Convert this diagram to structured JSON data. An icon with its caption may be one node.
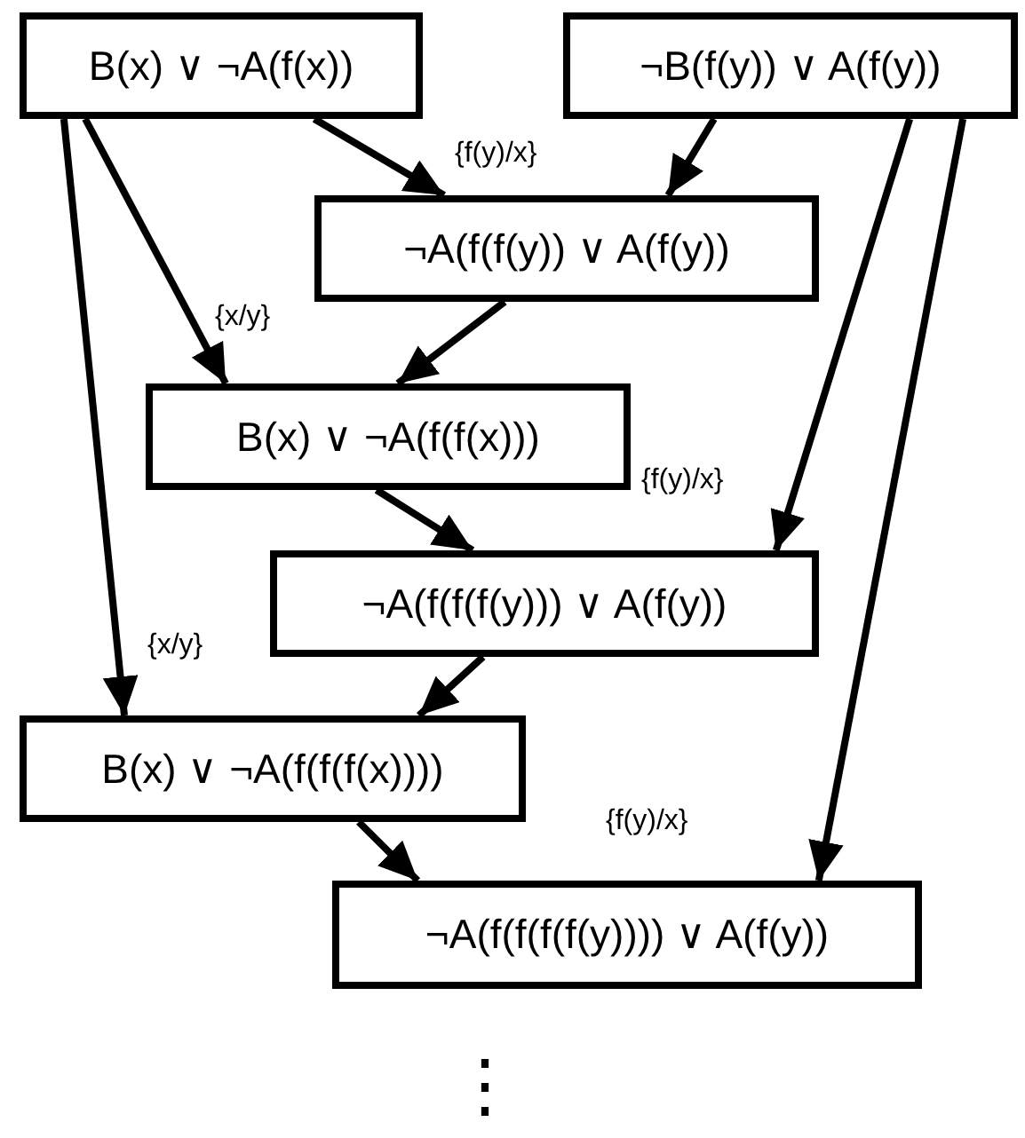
{
  "diagram": {
    "nodes": [
      {
        "text": [
          "B(x) ∨ ¬A(f(x))"
        ]
      },
      {
        "text": [
          "¬B(f(y)) ∨ A(f(y))"
        ]
      },
      {
        "text": [
          "¬A(f(f(y)) ∨ A(f(y))"
        ]
      },
      {
        "text": [
          "B(x) ∨ ¬A(f(f(x)))"
        ]
      },
      {
        "text": [
          "¬A(f(f(f(y))) ∨ A(f(y))"
        ]
      },
      {
        "text": [
          "B(x) ∨ ¬A(f(f(f(x))))"
        ]
      },
      {
        "text": [
          "¬A(f(f(f(f(y)))) ∨ A(f(y))"
        ]
      }
    ],
    "edges": [
      {
        "from": 0,
        "to": 2,
        "arrow": "to",
        "label": "{f(y)/x}"
      },
      {
        "from": 1,
        "to": 2,
        "arrow": "to"
      },
      {
        "from": 0,
        "to": 3,
        "arrow": "to",
        "label": "{x/y}"
      },
      {
        "from": 2,
        "to": 3,
        "arrow": "to"
      },
      {
        "from": 1,
        "to": 4,
        "arrow": "to",
        "label": "{f(y)/x}"
      },
      {
        "from": 3,
        "to": 4,
        "arrow": "to"
      },
      {
        "from": 0,
        "to": 5,
        "arrow": "to",
        "label": "{x/y}"
      },
      {
        "from": 4,
        "to": 5,
        "arrow": "to"
      },
      {
        "from": 1,
        "to": 6,
        "arrow": "to",
        "label": "{f(y)/x}"
      },
      {
        "from": 5,
        "to": 6,
        "arrow": "to"
      }
    ],
    "labels": [
      "⋮"
    ]
  }
}
